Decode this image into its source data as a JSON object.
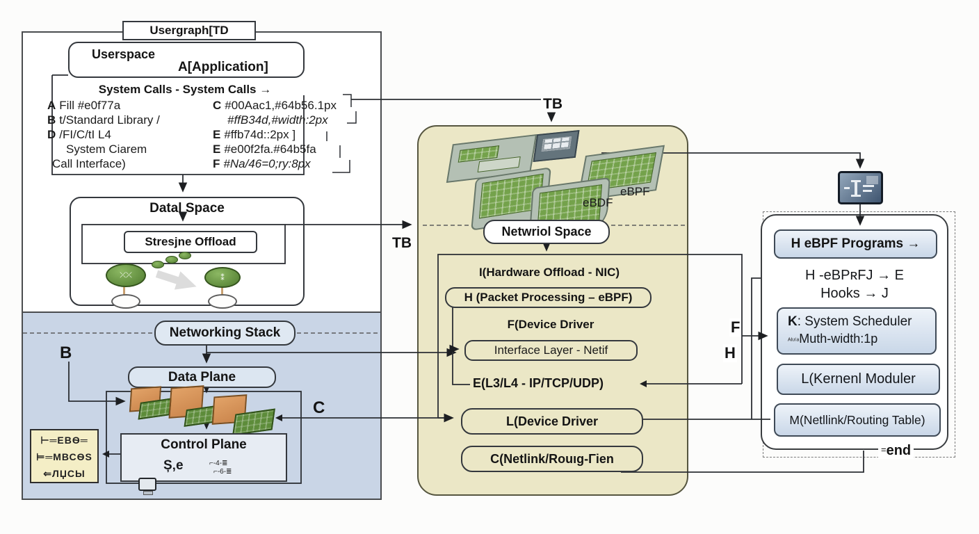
{
  "title_box": "Usergraph[TD",
  "labels": {
    "tb_top": "TB",
    "tb_left": "TB",
    "b": "B",
    "c": "C",
    "f": "F",
    "h": "H",
    "ebdf": "eBDF",
    "ebpf": "eBPF",
    "end_prefix": "=",
    "end": "end"
  },
  "userspace": {
    "label": "Userspace",
    "application": "A[Application]",
    "syscalls_header": "System Calls - System Calls →",
    "left_rows": [
      {
        "key": "A",
        "text": "Fill #e0f77a"
      },
      {
        "key": "B",
        "text": "t/Standard Library /"
      },
      {
        "key": "D",
        "text": "/FI/C/tI L4"
      },
      {
        "key": "",
        "text": "System Ciarem"
      },
      {
        "key": "",
        "text": "Call Interface)"
      }
    ],
    "right_rows": [
      {
        "key": "C",
        "text": "#00Aac1,#64b56.1px"
      },
      {
        "key": "",
        "text": "#ffB34d,#width:2px"
      },
      {
        "key": "E",
        "text": "#ffb74d::2px ]"
      },
      {
        "key": "E",
        "text": "#e00f2fa.#64b5fa"
      },
      {
        "key": "F",
        "text": "#Na/46=0;ry:8px"
      }
    ]
  },
  "data_space": {
    "label": "Datal Space",
    "offload": "Stresjne Offload"
  },
  "networking": {
    "stack": "Networking Stack",
    "data_plane": "Data Plane",
    "control_plane": "Control Plane",
    "control_glyphs1": "Ș‚e",
    "control_glyphs2": "⌐-4-≣",
    "control_glyphs3": "⌐-6-≣",
    "legend_rows": [
      "⊢═ЕВѲ═",
      "⊨═МВСѲЅ",
      "⇐ЛЏСЫ"
    ]
  },
  "kernel_panel": {
    "space_label": "Netwriol Space",
    "hw_offload": "I(Hardware Offload - NIC)",
    "packet_processing": "H (Packet Processing – eBPF)",
    "device_driver_f": "F(Device Driver",
    "interface_layer": "Interface Layer - Netif",
    "l3l4": "E(L3/L4 - IP/TCP/UDP)",
    "device_driver_l": "L(Device Driver",
    "netlink": "C(Netlink/Rouıg-Γien"
  },
  "right_panel": {
    "ebpf_programs": "H eBPF Programs →",
    "hooks_line1": "H -eBPʀFJ → E",
    "hooks_line2": "Hooks → J",
    "scheduler_key": "K",
    "scheduler_rest": ": System Scheduler",
    "scheduler_line2_prefix": "ᴬᴵᵘ⁽ᵃ",
    "scheduler_line2": "Muth-width:1p",
    "kernel_module": "L(Kernenl Moduler",
    "routing_table": "M(Netllink/Routing Table)"
  },
  "colors": {
    "kernel_panel_bg": "#ebe7c6",
    "network_region_bg": "#c9d5e6",
    "legend_bg": "#f4eec6",
    "node_blue_top": "#eef3f9",
    "node_blue_bottom": "#c9d7e8"
  }
}
